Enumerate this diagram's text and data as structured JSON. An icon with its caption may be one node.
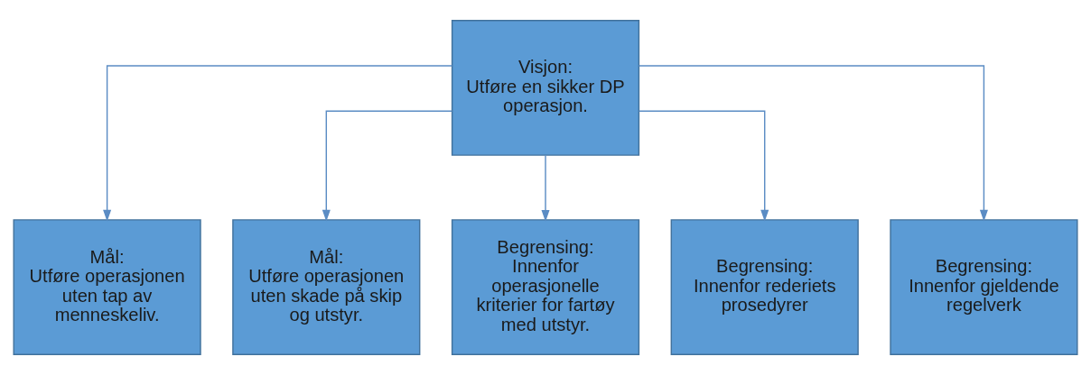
{
  "diagram": {
    "nodes": [
      {
        "text": [
          "Visjon:",
          "Utføre en sikker DP operasjon."
        ]
      },
      {
        "text": [
          "Mål:",
          "Utføre operasjonen uten tap av menneskeliv."
        ]
      },
      {
        "text": [
          "Mål:",
          "Utføre operasjonen uten skade på skip og utstyr."
        ]
      },
      {
        "text": [
          "Begrensing:",
          "Innenfor operasjonelle kriterier for fartøy med utstyr."
        ]
      },
      {
        "text": [
          "Begrensing:",
          "Innenfor rederiets prosedyrer"
        ]
      },
      {
        "text": [
          "Begrensing:",
          "Innenfor gjeldende regelverk"
        ]
      }
    ],
    "edges": [
      {
        "from": 0,
        "to": 1,
        "arrow": "to"
      },
      {
        "from": 0,
        "to": 2,
        "arrow": "to"
      },
      {
        "from": 0,
        "to": 3,
        "arrow": "to"
      },
      {
        "from": 0,
        "to": 4,
        "arrow": "to"
      },
      {
        "from": 0,
        "to": 5,
        "arrow": "to"
      }
    ]
  }
}
